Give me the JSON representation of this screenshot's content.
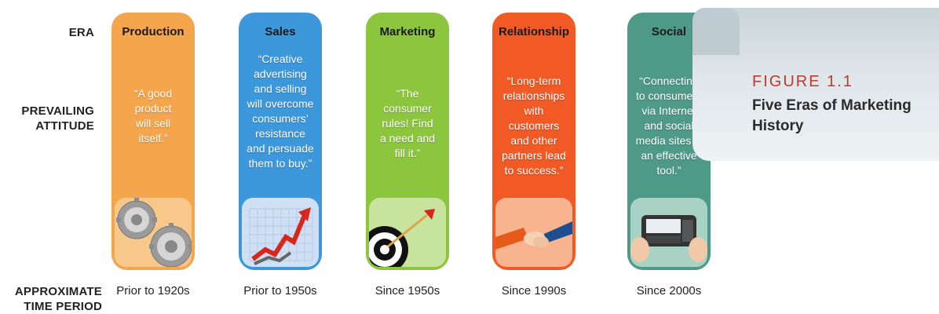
{
  "row_labels": {
    "era": "ERA",
    "attitude_line1": "PREVAILING",
    "attitude_line2": "ATTITUDE",
    "period_line1": "APPROXIMATE",
    "period_line2": "TIME PERIOD"
  },
  "eras": [
    {
      "name": "Production",
      "quote": [
        "“A good",
        "product",
        "will sell",
        "itself.”"
      ],
      "period": "Prior to 1920s",
      "color": "#f5a54c",
      "icon": "gears-icon"
    },
    {
      "name": "Sales",
      "quote": [
        "“Creative",
        "advertising",
        "and selling",
        "will overcome",
        "consumers’",
        "resistance",
        "and persuade",
        "them to buy.”"
      ],
      "period": "Prior to 1950s",
      "color": "#3d97db",
      "icon": "rising-arrow-chart-icon"
    },
    {
      "name": "Marketing",
      "quote": [
        "“The",
        "consumer",
        "rules! Find",
        "a need and",
        "fill it.”"
      ],
      "period": "Since 1950s",
      "color": "#8cc63f",
      "icon": "target-dart-icon"
    },
    {
      "name": "Relationship",
      "quote": [
        "“Long-term",
        "relationships",
        "with",
        "customers",
        "and other",
        "partners lead",
        "to success.”"
      ],
      "period": "Since 1990s",
      "color": "#f15a24",
      "icon": "handshake-icon"
    },
    {
      "name": "Social",
      "quote": [
        "“Connecting",
        "to consumers",
        "via Internet",
        "and social",
        "media sites is",
        "an effective",
        "tool.”"
      ],
      "period": "Since 2000s",
      "color": "#4e9a86",
      "icon": "smartphone-icon"
    }
  ],
  "figure": {
    "label": "FIGURE 1.1",
    "title": "Five Eras of Marketing History"
  }
}
